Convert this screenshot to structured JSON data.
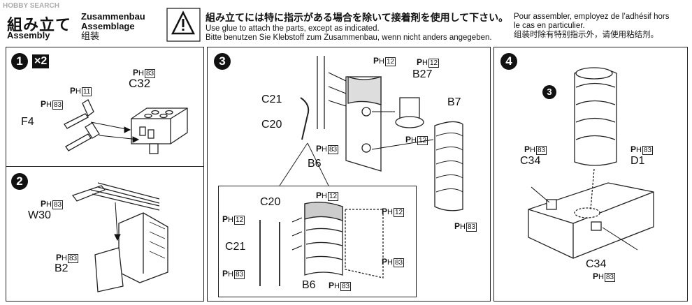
{
  "watermark": "HOBBY SEARCH",
  "header": {
    "title_ja": "組み立て",
    "title_en": "Assembly",
    "title_de": "Zusammenbau",
    "title_fr": "Assemblage",
    "title_zh": "组装",
    "note_ja": "組み立てには特に指示がある場合を除いて接着剤を使用して下さい。",
    "note_en": "Use glue to attach the parts, except as indicated.",
    "note_de": "Bitte benutzen Sie Klebstoff zum Zusammenbau, wenn nicht anders angegeben.",
    "note_fr1": "Pour assembler, employez de l’adhésif hors",
    "note_fr2": "le cas en particulier.",
    "note_zh": "组装时除有特别指示外，请使用粘结剂。"
  },
  "ph_letter": "P",
  "ph_sub": "H",
  "step1": {
    "num": "1",
    "mult": "×2",
    "c32": "C32",
    "f4": "F4",
    "ph83a": "83",
    "ph11": "11",
    "ph83b": "83"
  },
  "step2": {
    "num": "2",
    "w30": "W30",
    "b2": "B2",
    "ph83a": "83",
    "ph83b": "83"
  },
  "step3": {
    "num": "3",
    "c21": "C21",
    "c20": "C20",
    "b27": "B27",
    "b7": "B7",
    "b6": "B6",
    "ph12a": "12",
    "ph12b": "12",
    "ph12c": "12",
    "ph83a": "83",
    "ph83b": "83",
    "inset": {
      "c20": "C20",
      "c21": "C21",
      "b6": "B6",
      "ph12a": "12",
      "ph12b": "12",
      "ph12c": "12",
      "ph83a": "83",
      "ph83b": "83",
      "ph83c": "83"
    }
  },
  "step4": {
    "num": "4",
    "ref": "3",
    "c34a": "C34",
    "d1": "D1",
    "c34b": "C34",
    "ph83a": "83",
    "ph83b": "83",
    "ph83c": "83"
  }
}
